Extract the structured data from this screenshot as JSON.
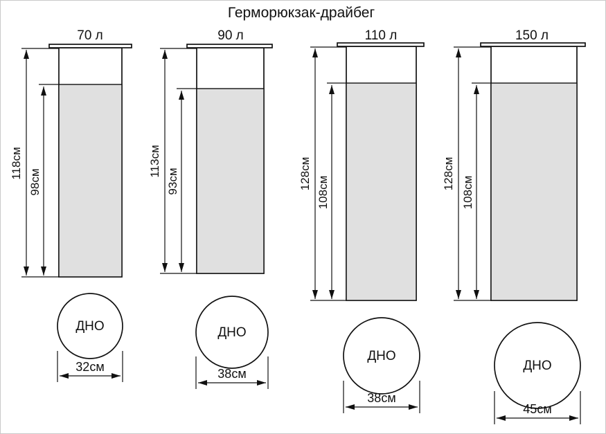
{
  "title": "Герморюкзак-драйбег",
  "bags": [
    {
      "volume": "70 л",
      "total_height": "118см",
      "inner_height": "98см",
      "bottom_label": "ДНО",
      "bottom_diameter": "32см"
    },
    {
      "volume": "90 л",
      "total_height": "113см",
      "inner_height": "93см",
      "bottom_label": "ДНО",
      "bottom_diameter": "38см"
    },
    {
      "volume": "110 л",
      "total_height": "128см",
      "inner_height": "108см",
      "bottom_label": "ДНО",
      "bottom_diameter": "38см"
    },
    {
      "volume": "150 л",
      "total_height": "128см",
      "inner_height": "108см",
      "bottom_label": "ДНО",
      "bottom_diameter": "45см"
    }
  ],
  "colors": {
    "line": "#111111",
    "fill": "#e0e0e0",
    "background": "#ffffff"
  }
}
